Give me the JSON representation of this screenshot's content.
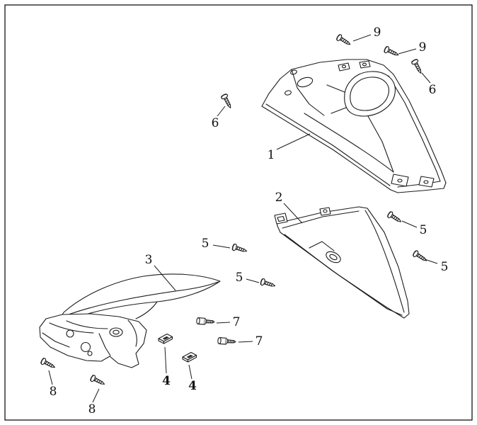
{
  "diagram": {
    "background": "#ffffff",
    "line_color": "#1c1c1c",
    "callouts": [
      {
        "label": "9"
      },
      {
        "label": "9"
      },
      {
        "label": "6"
      },
      {
        "label": "6"
      },
      {
        "label": "1"
      },
      {
        "label": "2"
      },
      {
        "label": "5"
      },
      {
        "label": "5"
      },
      {
        "label": "5"
      },
      {
        "label": "5"
      },
      {
        "label": "3"
      },
      {
        "label": "7"
      },
      {
        "label": "7"
      },
      {
        "label": "4"
      },
      {
        "label": "4"
      },
      {
        "label": "8"
      },
      {
        "label": "8"
      }
    ],
    "hardware_icons": {
      "screw": "pan-head-screw-icon",
      "bolt": "flange-bolt-icon",
      "clip": "clip-nut-icon"
    }
  }
}
